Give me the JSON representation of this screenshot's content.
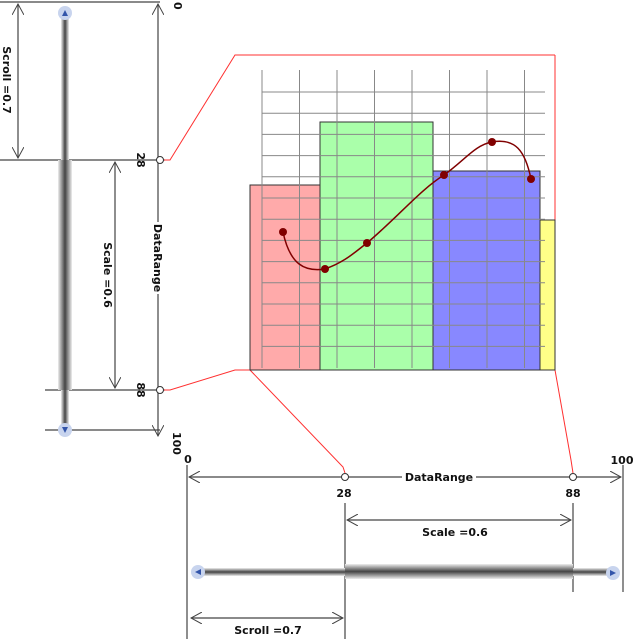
{
  "vertical": {
    "tick_start": "0",
    "tick_scroll": "28",
    "tick_end_view": "88",
    "tick_end": "100",
    "scroll_label": "Scroll =0.7",
    "scale_label": "Scale =0.6",
    "range_label": "DataRange"
  },
  "horizontal": {
    "tick_start": "0",
    "tick_scroll": "28",
    "tick_end_view": "88",
    "tick_end": "100",
    "scroll_label": "Scroll =0.7",
    "scale_label": "Scale =0.6",
    "range_label": "DataRange"
  },
  "colors": {
    "bar1": "#ffaaaa",
    "bar2": "#aaffaa",
    "bar3": "#8888ff",
    "bar4": "#ffff88",
    "line": "#800000",
    "connector": "#ff3030"
  }
}
